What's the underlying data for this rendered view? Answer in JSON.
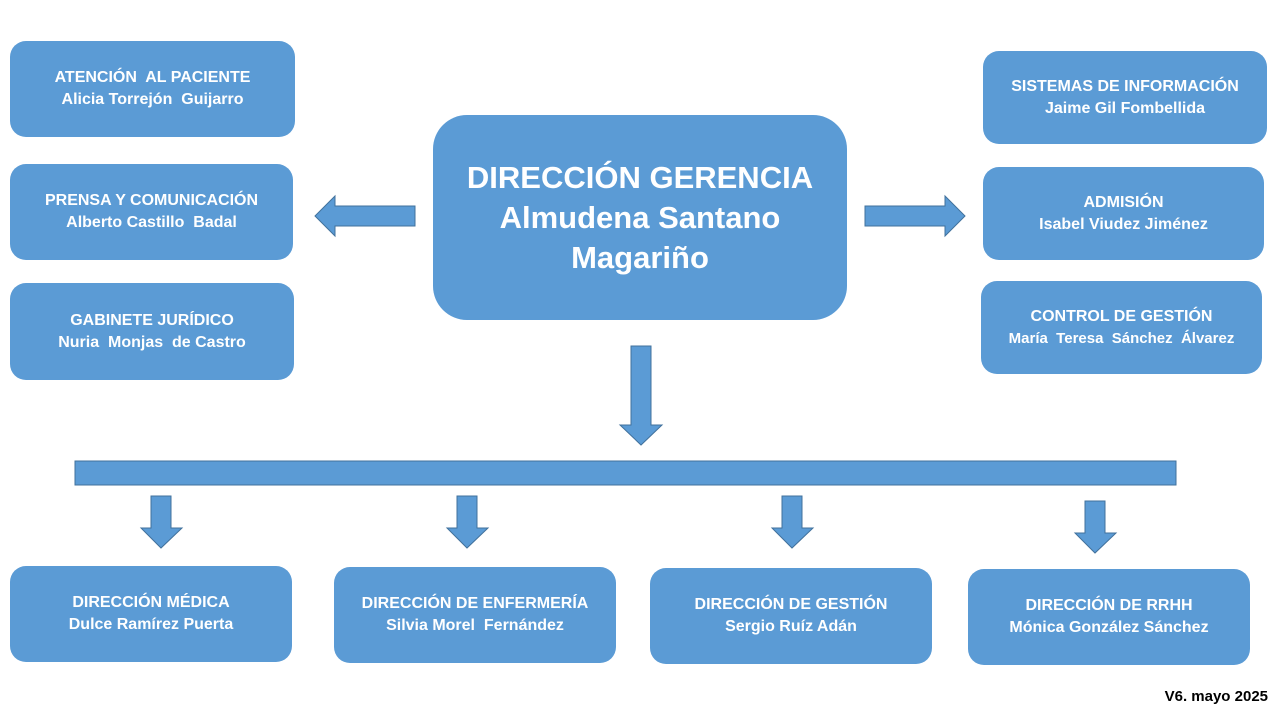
{
  "colors": {
    "box": "#5b9bd5",
    "arrow_stroke": "#41719c",
    "text": "#ffffff"
  },
  "center": {
    "title": "DIRECCIÓN GERENCIA",
    "name_line1": "Almudena Santano",
    "name_line2": "Magariño"
  },
  "left": [
    {
      "title": "ATENCIÓN  AL PACIENTE",
      "name": "Alicia Torrejón  Guijarro"
    },
    {
      "title": "PRENSA Y COMUNICACIÓN",
      "name": "Alberto Castillo  Badal"
    },
    {
      "title": "GABINETE JURÍDICO",
      "name": "Nuria  Monjas  de Castro"
    }
  ],
  "right": [
    {
      "title": "SISTEMAS DE INFORMACIÓN",
      "name": "Jaime Gil Fombellida"
    },
    {
      "title": "ADMISIÓN",
      "name": "Isabel Viudez Jiménez"
    },
    {
      "title": "CONTROL DE GESTIÓN",
      "name": "María  Teresa  Sánchez  Álvarez"
    }
  ],
  "bottom": [
    {
      "title": "DIRECCIÓN MÉDICA",
      "name": "Dulce Ramírez Puerta"
    },
    {
      "title": "DIRECCIÓN DE ENFERMERÍA",
      "name": "Silvia Morel  Fernández"
    },
    {
      "title": "DIRECCIÓN DE GESTIÓN",
      "name": "Sergio Ruíz Adán"
    },
    {
      "title": "DIRECCIÓN DE RRHH",
      "name": "Mónica González Sánchez"
    }
  ],
  "version": "V6. mayo 2025"
}
